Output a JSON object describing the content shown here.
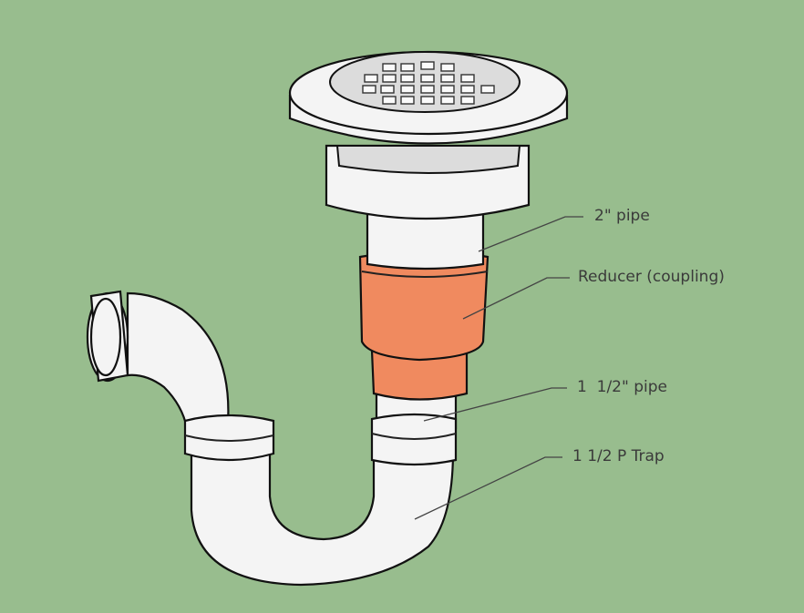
{
  "diagram": {
    "title": "Shower drain with reducer and P trap",
    "colors": {
      "background": "#98bd8e",
      "reducer": "#f08a5f",
      "pvc": "#f4f4f4",
      "label_text": "#3a3a3a"
    },
    "labels": [
      {
        "text": "2\" pipe"
      },
      {
        "text": "Reducer (coupling)"
      },
      {
        "text": "1  1/2\" pipe"
      },
      {
        "text": "1 1/2 P Trap"
      }
    ]
  }
}
